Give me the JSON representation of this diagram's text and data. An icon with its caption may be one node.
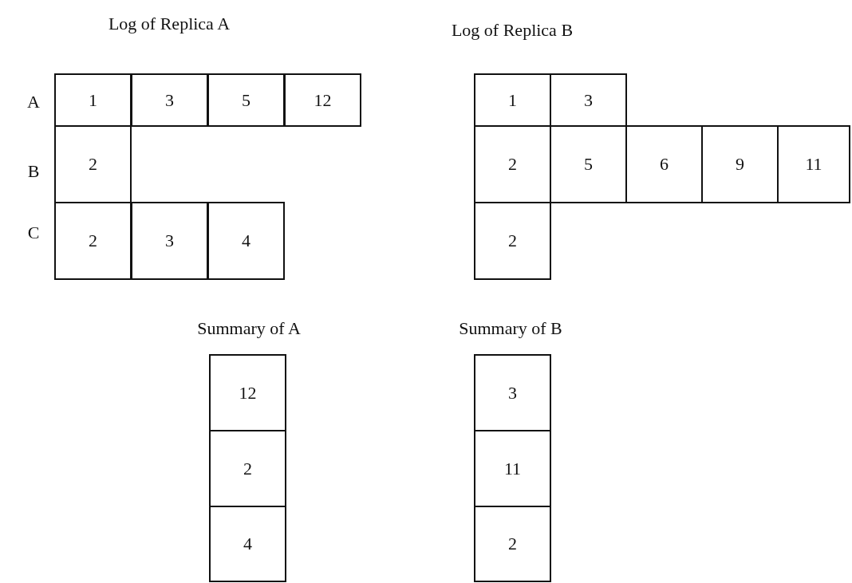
{
  "diagram": {
    "nodes": [
      {
        "text": [
          "1"
        ]
      },
      {
        "text": [
          "3"
        ]
      },
      {
        "text": [
          "5"
        ]
      },
      {
        "text": [
          "12"
        ]
      },
      {
        "text": [
          "2"
        ]
      },
      {
        "text": [
          "2"
        ]
      },
      {
        "text": [
          "3"
        ]
      },
      {
        "text": [
          "4"
        ]
      },
      {
        "text": [
          "1"
        ]
      },
      {
        "text": [
          "3"
        ]
      },
      {
        "text": [
          "2"
        ]
      },
      {
        "text": [
          "5"
        ]
      },
      {
        "text": [
          "6"
        ]
      },
      {
        "text": [
          "9"
        ]
      },
      {
        "text": [
          "11"
        ]
      },
      {
        "text": [
          "2"
        ]
      },
      {
        "text": [
          "12"
        ]
      },
      {
        "text": [
          "2"
        ]
      },
      {
        "text": [
          "4"
        ]
      },
      {
        "text": [
          "3"
        ]
      },
      {
        "text": [
          "11"
        ]
      },
      {
        "text": [
          "2"
        ]
      }
    ],
    "labels": [
      "Log of Replica A",
      "Log of Replica B",
      "A",
      "B",
      "C",
      "Summary of A",
      "Summary of B"
    ]
  }
}
